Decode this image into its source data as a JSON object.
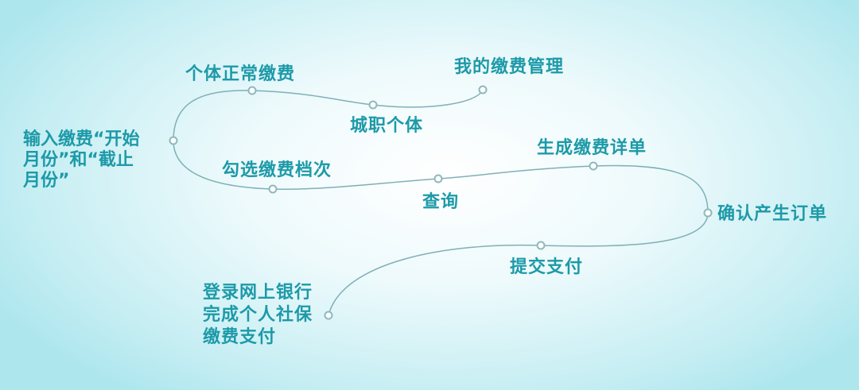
{
  "colors": {
    "text": "#1d9aa8",
    "line": "#7fb0b5",
    "node": "#8fb8bc"
  },
  "steps": [
    {
      "label": "我的缴费管理"
    },
    {
      "label": "城职个体"
    },
    {
      "label": "个体正常缴费"
    },
    {
      "label": "输入缴费“开始",
      "label2": "月份”和“截止",
      "label3": "月份”"
    },
    {
      "label": "勾选缴费档次"
    },
    {
      "label": "查询"
    },
    {
      "label": "生成缴费详单"
    },
    {
      "label": "确认产生订单"
    },
    {
      "label": "提交支付"
    },
    {
      "label": "登录网上银行",
      "label2": "完成个人社保",
      "label3": "缴费支付"
    }
  ]
}
